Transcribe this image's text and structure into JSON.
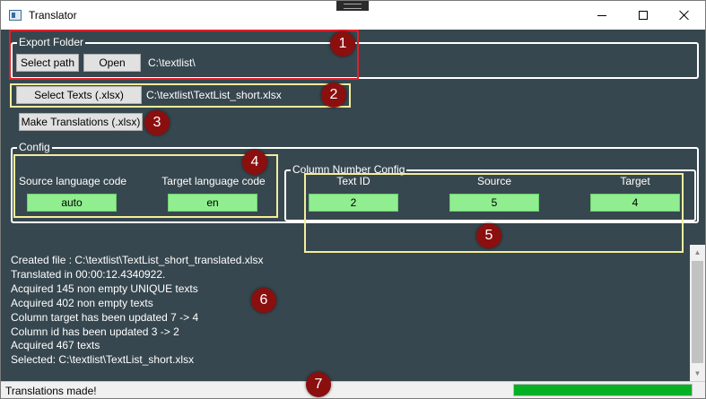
{
  "window": {
    "title": "Translator"
  },
  "export_folder": {
    "title": "Export Folder",
    "select_path_label": "Select path",
    "open_label": "Open",
    "path": "C:\\textlist\\"
  },
  "select_texts": {
    "button_label": "Select Texts (.xlsx)",
    "path": "C:\\textlist\\TextList_short.xlsx"
  },
  "make_translations": {
    "button_label": "Make Translations (.xlsx)"
  },
  "config": {
    "title": "Config",
    "source_language_label": "Source language code",
    "source_language_value": "auto",
    "target_language_label": "Target language code",
    "target_language_value": "en",
    "column_config": {
      "title": "Column Number Config",
      "text_id_label": "Text ID",
      "text_id_value": "2",
      "source_label": "Source",
      "source_value": "5",
      "target_label": "Target",
      "target_value": "4"
    }
  },
  "log": [
    "Created file : C:\\textlist\\TextList_short_translated.xlsx",
    "Translated in 00:00:12.4340922.",
    "Acquired 145 non empty UNIQUE texts",
    "Acquired 402 non empty texts",
    "Column target has been updated 7 -> 4",
    "Column id has been updated 3 -> 2",
    "Acquired 467 texts",
    "Selected: C:\\textlist\\TextList_short.xlsx"
  ],
  "status": {
    "text": "Translations made!",
    "progress_fraction": 1.0
  },
  "markers": [
    "1",
    "2",
    "3",
    "4",
    "5",
    "6",
    "7"
  ],
  "colors": {
    "background": "#37474f",
    "value_box": "#90ee90",
    "annotation_red": "#e0202a",
    "annotation_yellow": "#f3ed9c",
    "marker": "#8b0f0f",
    "progress": "#06b025"
  },
  "icons": [
    "app-icon",
    "minimize-icon",
    "maximize-icon",
    "close-icon",
    "scroll-up-icon",
    "scroll-down-icon"
  ]
}
